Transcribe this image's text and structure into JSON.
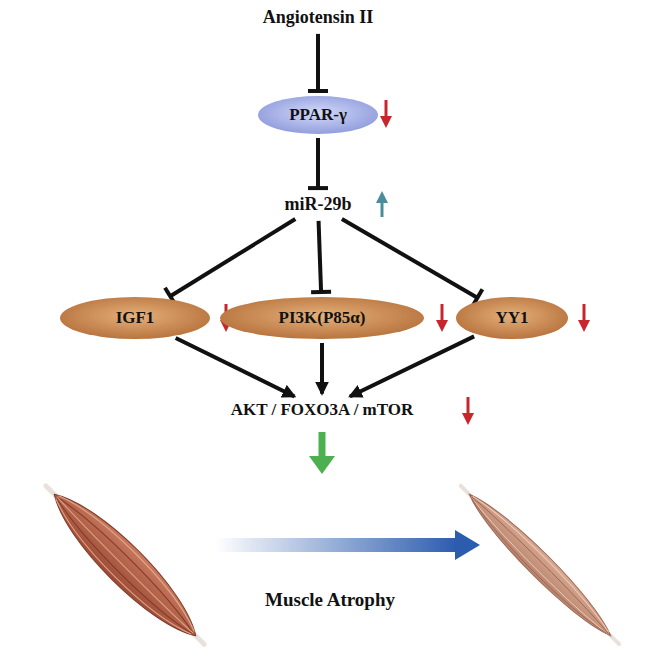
{
  "diagram": {
    "nodes": [
      {
        "text": [
          "Angiotensin II"
        ]
      },
      {
        "text": [
          "PPAR-γ"
        ]
      },
      {
        "text": [
          "miR-29b"
        ]
      },
      {
        "text": [
          "IGF1"
        ]
      },
      {
        "text": [
          "PI3K(P85α)"
        ]
      },
      {
        "text": [
          "YY1"
        ]
      },
      {
        "text": [
          "AKT / FOXO3A / mTOR"
        ]
      }
    ],
    "edges": [
      {
        "from": 0,
        "to": 1,
        "arrow": "to"
      },
      {
        "from": 1,
        "to": 2,
        "arrow": "to"
      },
      {
        "from": 2,
        "to": 3,
        "arrow": "to"
      },
      {
        "from": 2,
        "to": 4,
        "arrow": "to"
      },
      {
        "from": 2,
        "to": 5,
        "arrow": "to"
      },
      {
        "from": 3,
        "to": 6,
        "arrow": "to"
      },
      {
        "from": 4,
        "to": 6,
        "arrow": "to"
      },
      {
        "from": 5,
        "to": 6,
        "arrow": "to"
      }
    ],
    "labels": [
      "Muscle Atrophy"
    ]
  }
}
